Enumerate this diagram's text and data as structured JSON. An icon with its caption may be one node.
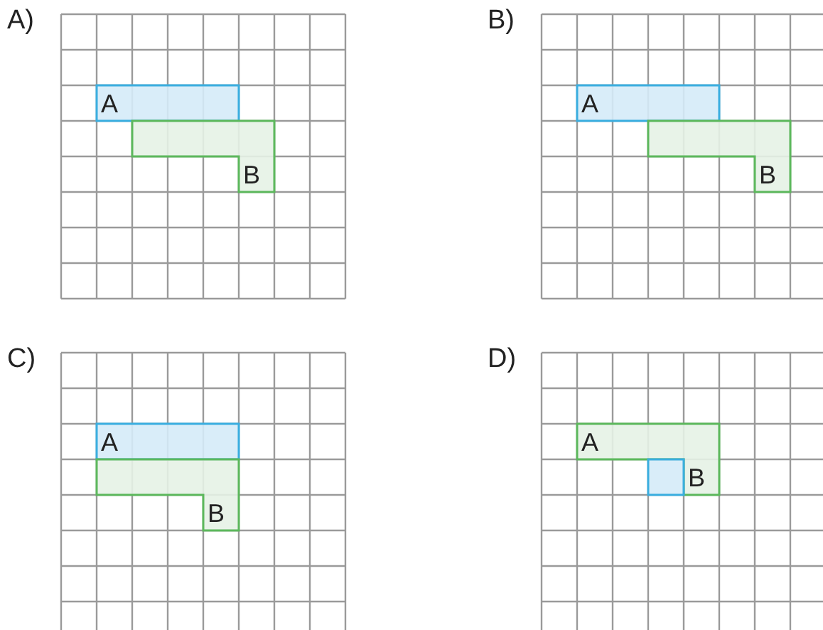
{
  "diagram": {
    "nodes": [
      {
        "text": [
          "A)"
        ]
      },
      {
        "text": [
          "A"
        ],
        "in": 0
      },
      {
        "text": [
          "B"
        ],
        "in": 0
      },
      {
        "text": [
          "B)"
        ]
      },
      {
        "text": [
          "A"
        ],
        "in": 3
      },
      {
        "text": [
          "B"
        ],
        "in": 3
      },
      {
        "text": [
          "C)"
        ]
      },
      {
        "text": [
          "A"
        ],
        "in": 6
      },
      {
        "text": [
          "B"
        ],
        "in": 6
      },
      {
        "text": [
          "D)"
        ]
      },
      {
        "text": [
          "A"
        ],
        "in": 9
      },
      {
        "text": [
          "B"
        ],
        "in": 10
      }
    ]
  }
}
